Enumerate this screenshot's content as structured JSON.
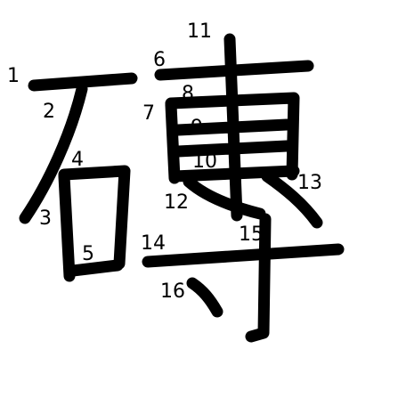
{
  "character": "磚",
  "ink_color": "#000000",
  "background_color": "#ffffff",
  "stroke_order_labels": [
    "1",
    "2",
    "3",
    "4",
    "5",
    "6",
    "7",
    "8",
    "9",
    "10",
    "11",
    "12",
    "13",
    "14",
    "15",
    "16"
  ]
}
